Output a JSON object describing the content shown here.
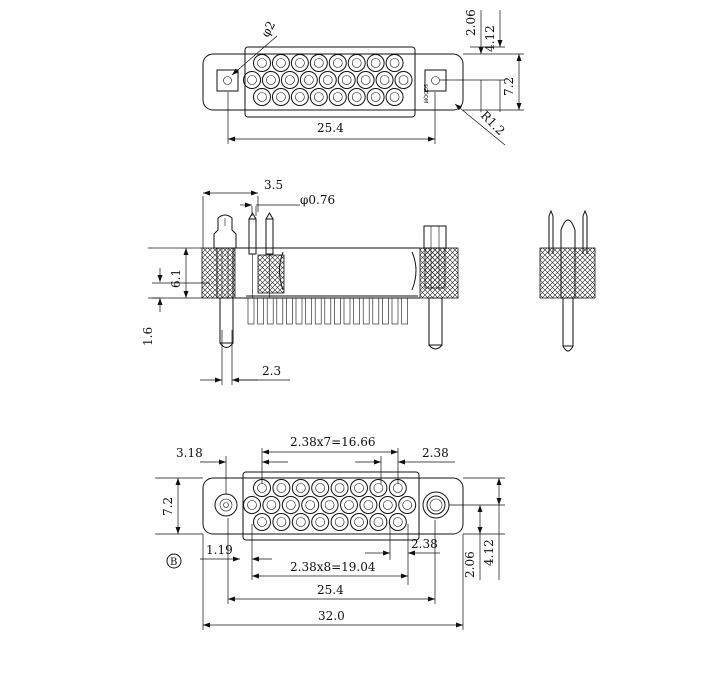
{
  "views": {
    "top": {
      "dims": {
        "hole_dia": "φ2",
        "length": "25.4",
        "height": "7.2",
        "offset_a": "2.06",
        "offset_b": "4.12",
        "radius": "R1.2"
      },
      "brand": "SGDQM"
    },
    "side": {
      "dims": {
        "pitch_top": "3.5",
        "pin_dia": "φ0.76",
        "body_height": "6.1",
        "pin_offset": "1.6",
        "bottom_offset": "2.3"
      }
    },
    "bottom": {
      "dims": {
        "edge_offset": "3.18",
        "row1_span": "2.38x7=16.66",
        "pitch_right": "2.38",
        "height": "7.2",
        "edge_small": "1.19",
        "pitch_lower": "2.38",
        "row2_span": "2.38x8=19.04",
        "mount_span": "25.4",
        "overall": "32.0",
        "offset_a": "2.06",
        "offset_b": "4.12"
      },
      "datum": "B"
    }
  }
}
